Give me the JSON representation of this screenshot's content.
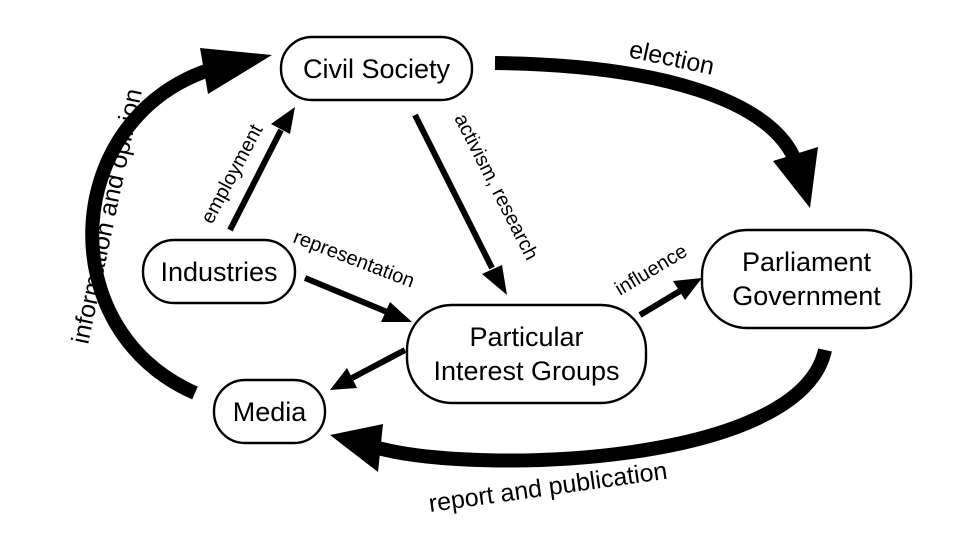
{
  "nodes": {
    "civil_society": "Civil Society",
    "industries": "Industries",
    "interest_groups_line1": "Particular",
    "interest_groups_line2": "Interest Groups",
    "parliament_line1": "Parliament",
    "parliament_line2": "Government",
    "media": "Media"
  },
  "edges": {
    "election": "election",
    "employment": "employment",
    "activism": "activism, research",
    "representation": "representation",
    "influence": "influence",
    "info": "information and opinion",
    "report": "report and publication"
  }
}
